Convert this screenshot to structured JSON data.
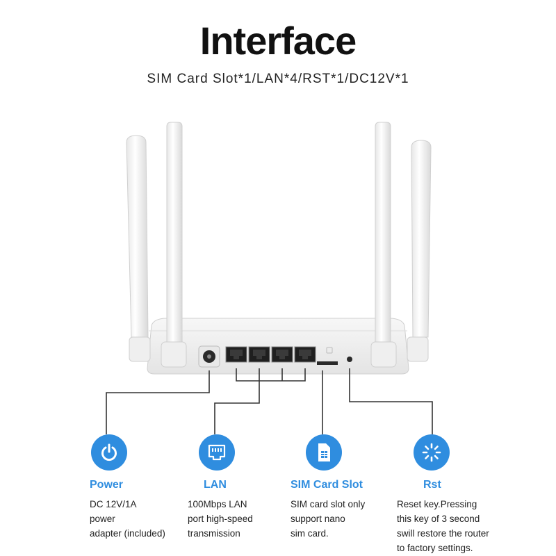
{
  "header": {
    "title": "Interface",
    "subtitle": "SIM Card Slot*1/LAN*4/RST*1/DC12V*1"
  },
  "colors": {
    "accent": "#2f8ddf",
    "text": "#222222",
    "device_body": "#f4f4f4"
  },
  "features": [
    {
      "icon": "power-icon",
      "title": "Power",
      "lines": [
        "DC 12V/1A",
        "power",
        "adapter (included)"
      ]
    },
    {
      "icon": "ethernet-port-icon",
      "title": "LAN",
      "lines": [
        "100Mbps LAN",
        "port high-speed",
        "transmission"
      ]
    },
    {
      "icon": "sim-card-icon",
      "title": "SIM Card Slot",
      "lines": [
        "SIM card slot only",
        "support nano",
        "sim card."
      ]
    },
    {
      "icon": "reset-icon",
      "title": "Rst",
      "lines": [
        "Reset key.Pressing",
        "this key of 3 second",
        "swill restore the router",
        "to factory settings."
      ]
    }
  ]
}
